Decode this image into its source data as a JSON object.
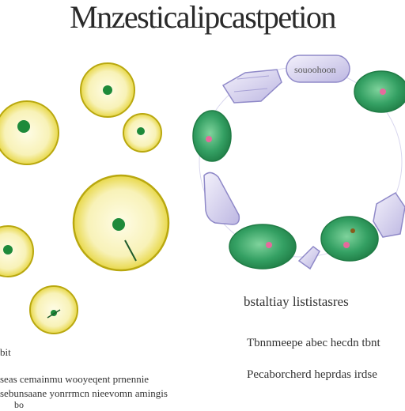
{
  "title": "Mnzesticalipcastpetion",
  "ring_label": "souoohoon",
  "legend_label": "bstaltiay lististasres",
  "captions": {
    "right_line1": "Tbnnmeepe abec hecdn tbnt",
    "right_line2": "Pecaborcherd heprdas irdse",
    "left_line0": "bit",
    "left_line1": "seas cemainmu wooyeqent prnennie",
    "left_line2": "sebunsaane yonrrmcn nieevomn amingis",
    "left_line3": "bo"
  },
  "colors": {
    "cell_fill": "#f7f3c0",
    "cell_rim": "#b9a80f",
    "nucleus": "#1e8a3a",
    "green_cell": "#2f9a5c",
    "lavender": "#c7c3e6",
    "lavender_edge": "#8f89c8",
    "pink": "#e66a9c"
  },
  "icons": [
    "cell-icon",
    "nucleus-icon",
    "chromosome-icon"
  ]
}
